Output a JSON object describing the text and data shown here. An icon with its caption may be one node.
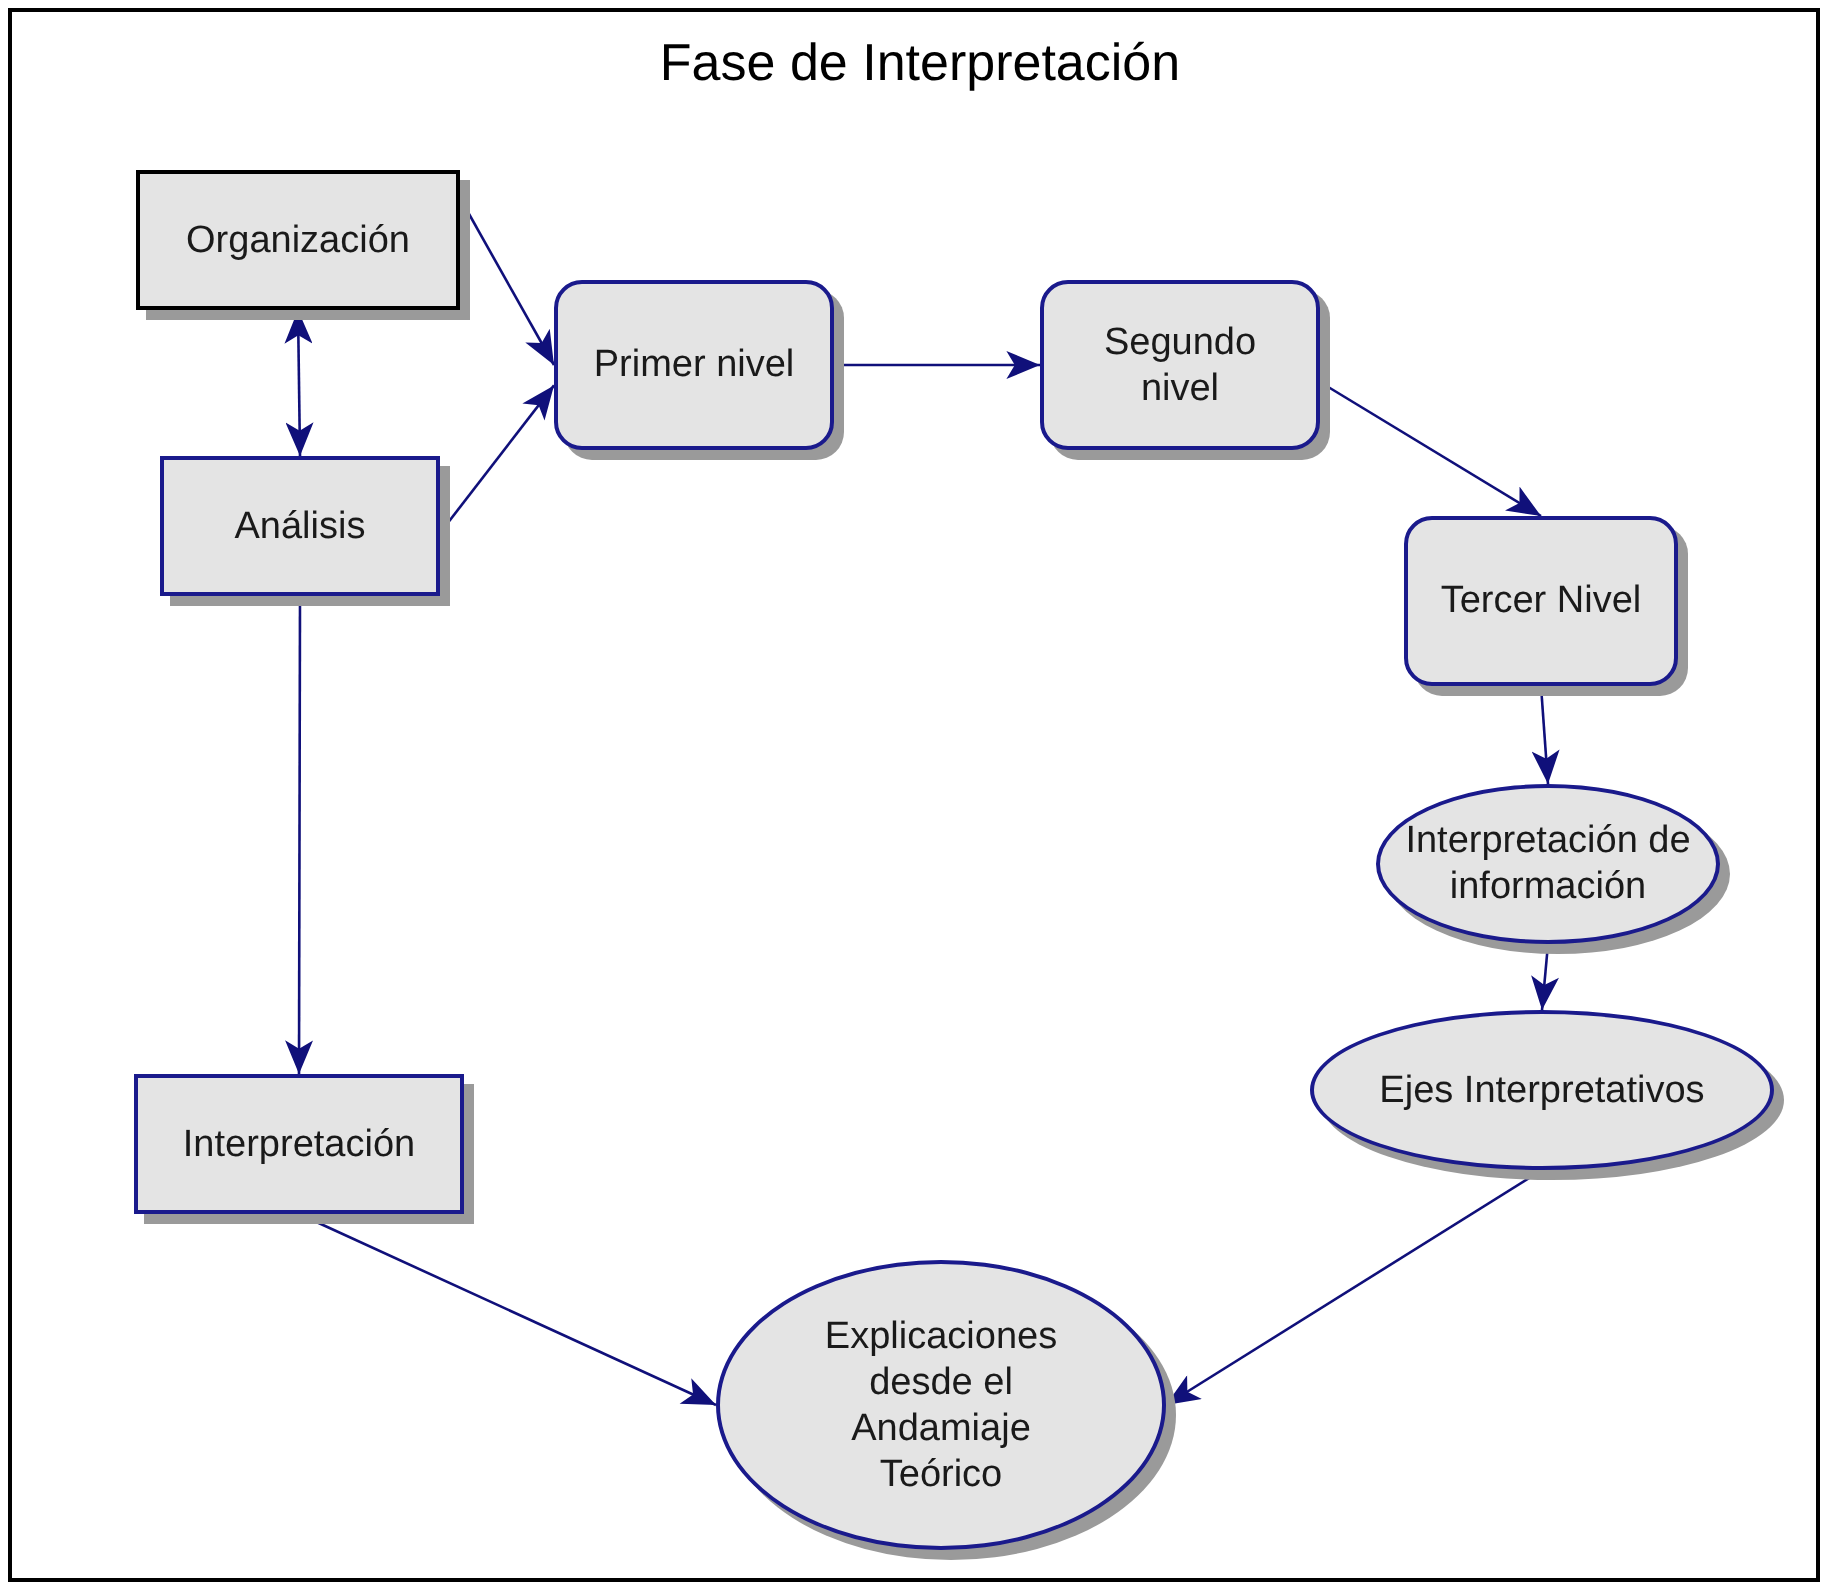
{
  "diagram": {
    "title": "Fase de Interpretación",
    "nodes": [
      {
        "text": [
          "Organización"
        ]
      },
      {
        "text": [
          "Primer nivel"
        ]
      },
      {
        "text": [
          "Análisis"
        ]
      },
      {
        "text": [
          "Segundo nivel"
        ]
      },
      {
        "text": [
          "Tercer Nivel"
        ]
      },
      {
        "text": [
          "Interpretación"
        ]
      },
      {
        "text": [
          "Interpretación de información"
        ]
      },
      {
        "text": [
          "Ejes Interpretativos"
        ]
      },
      {
        "text": [
          "Explicaciones desde el Andamiaje Teórico"
        ]
      }
    ],
    "edges": [
      {
        "from": 0,
        "to": 1,
        "arrow": "to"
      },
      {
        "from": 2,
        "to": 1,
        "arrow": "to"
      },
      {
        "from": 0,
        "to": 2,
        "arrow": "both"
      },
      {
        "from": 1,
        "to": 3,
        "arrow": "to"
      },
      {
        "from": 3,
        "to": 4,
        "arrow": "to"
      },
      {
        "from": 4,
        "to": 6,
        "arrow": "to"
      },
      {
        "from": 6,
        "to": 7,
        "arrow": "to"
      },
      {
        "from": 2,
        "to": 5,
        "arrow": "to"
      },
      {
        "from": 5,
        "to": 8,
        "arrow": "to"
      },
      {
        "from": 7,
        "to": 8,
        "arrow": "to"
      }
    ]
  }
}
